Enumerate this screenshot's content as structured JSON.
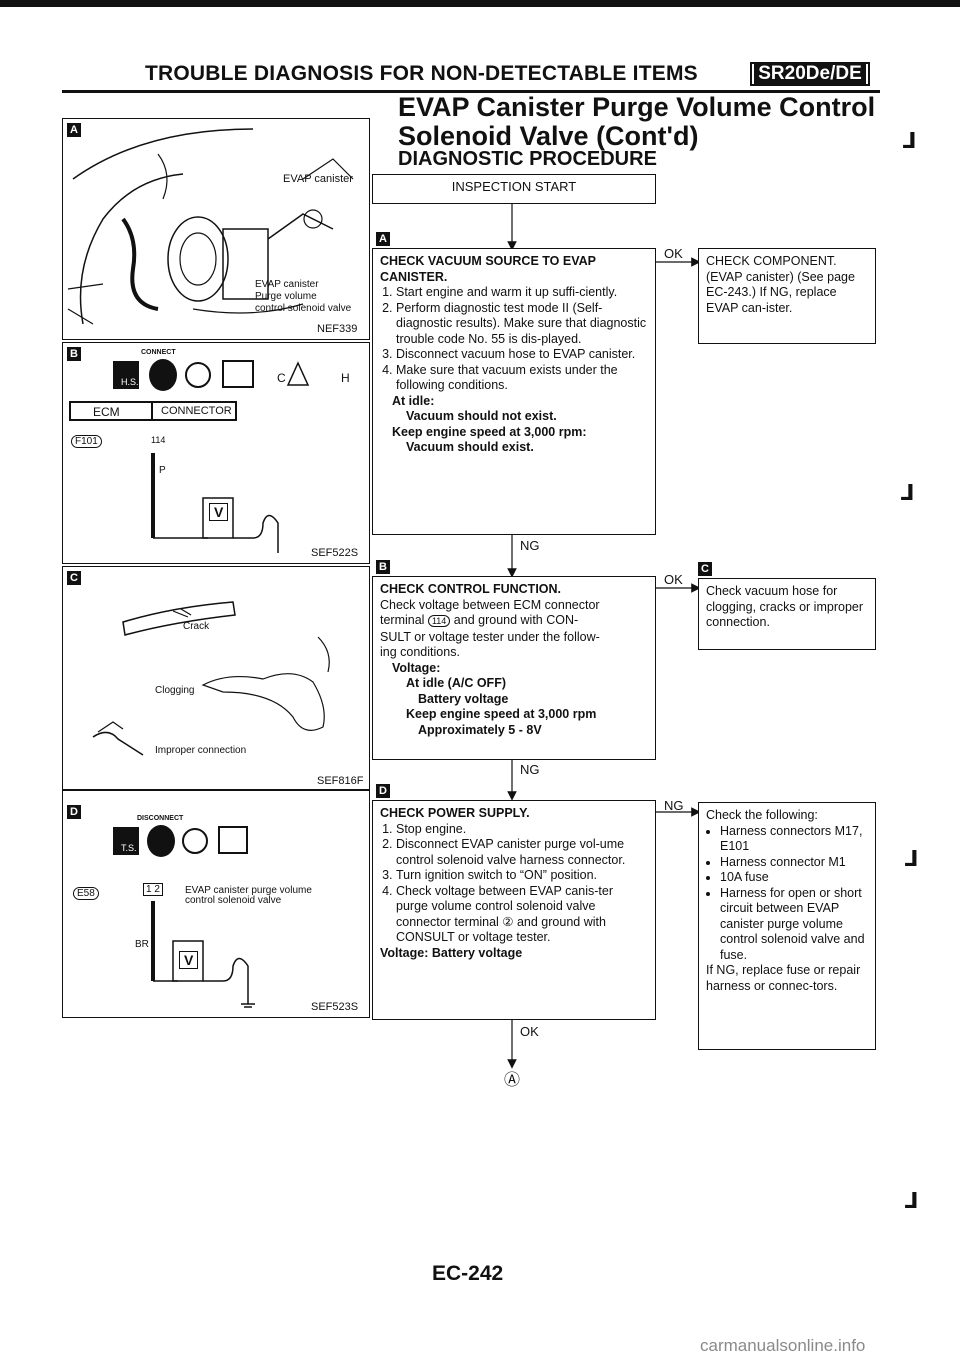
{
  "header": {
    "title": "TROUBLE DIAGNOSIS FOR NON-DETECTABLE ITEMS",
    "engine_badge": "SR20De/DE"
  },
  "section": {
    "title_line1": "EVAP Canister Purge Volume Control",
    "title_line2": "Solenoid Valve (Cont'd)",
    "subtitle": "DIAGNOSTIC PROCEDURE"
  },
  "figures": {
    "a": {
      "letter": "A",
      "label_canister": "EVAP canister",
      "label_valve_1": "EVAP canister",
      "label_valve_2": "Purge volume",
      "label_valve_3": "control solenoid valve",
      "code": "NEF339"
    },
    "b": {
      "letter": "B",
      "connect": "CONNECT",
      "ecm": "ECM",
      "connector": "CONNECTOR",
      "conn_id": "F101",
      "terminal": "114",
      "wire": "P",
      "meter": "V",
      "code": "SEF522S",
      "mark_c": "C",
      "mark_h": "H"
    },
    "c": {
      "letter": "C",
      "crack": "Crack",
      "clogging": "Clogging",
      "improper": "Improper connection",
      "code": "SEF816F"
    },
    "d": {
      "letter": "D",
      "disconnect": "DISCONNECT",
      "conn_id": "E58",
      "terminals": "1 2",
      "valve_1": "EVAP canister purge volume",
      "valve_2": "control solenoid valve",
      "wire": "BR",
      "meter": "V",
      "code": "SEF523S"
    }
  },
  "flow": {
    "start": "INSPECTION START",
    "step1": {
      "letter": "A",
      "title_1": "CHECK VACUUM SOURCE TO EVAP",
      "title_2": "CANISTER.",
      "items": [
        "Start engine and warm it up suffi-ciently.",
        "Perform diagnostic test mode II (Self-diagnostic results). Make sure that diagnostic trouble code No. 55 is dis-played.",
        "Disconnect vacuum hose to EVAP canister.",
        "Make sure that vacuum exists under the following conditions."
      ],
      "cond1": "At idle:",
      "cond1_val": "Vacuum should not exist.",
      "cond2": "Keep engine speed at 3,000 rpm:",
      "cond2_val": "Vacuum should exist.",
      "ok_label": "OK",
      "ok_box": "CHECK COMPONENT. (EVAP canister) (See page EC-243.) If NG, replace EVAP can-ister.",
      "ng_label": "NG"
    },
    "step2": {
      "letter": "B",
      "title": "CHECK CONTROL FUNCTION.",
      "text_1": "Check voltage between ECM connector",
      "text_2a": "terminal",
      "terminal": "114",
      "text_2b": "and ground with CON-",
      "text_3": "SULT or voltage tester under the follow-",
      "text_4": "ing conditions.",
      "voltage": "Voltage:",
      "c1": "At idle (A/C OFF)",
      "c1_val": "Battery voltage",
      "c2": "Keep engine speed at 3,000 rpm",
      "c2_val": "Approximately 5 - 8V",
      "ok_label": "OK",
      "ok_letter": "C",
      "ok_box": "Check vacuum hose for clogging, cracks or improper connection.",
      "ng_label": "NG"
    },
    "step3": {
      "letter": "D",
      "title": "CHECK POWER SUPPLY.",
      "items": [
        "Stop engine.",
        "Disconnect EVAP canister purge vol-ume control solenoid valve harness connector.",
        "Turn ignition switch to “ON” position.",
        "Check voltage between EVAP canis-ter purge volume control solenoid valve connector terminal ② and ground with CONSULT or voltage tester."
      ],
      "voltage": "Voltage: Battery voltage",
      "ng_label": "NG",
      "ng_box_title": "Check the following:",
      "ng_items": [
        "Harness connectors M17, E101",
        "Harness connector M1",
        "10A fuse",
        "Harness for open or short circuit between EVAP canister purge volume control solenoid valve and fuse."
      ],
      "ng_box_tail": "If NG, replace fuse or repair harness or connec-tors.",
      "ok_label": "OK",
      "continue": "Ⓐ"
    }
  },
  "footer": {
    "page": "EC-242",
    "watermark": "carmanualsonline.info"
  }
}
